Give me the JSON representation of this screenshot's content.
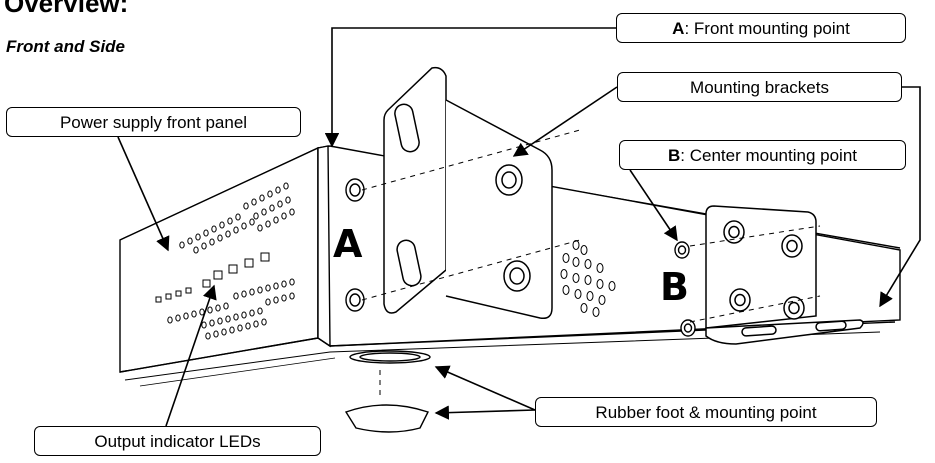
{
  "title": "Overview:",
  "subtitle": "Front and Side",
  "callouts": {
    "front_mounting_point": {
      "letter": "A",
      "text": ": Front mounting point"
    },
    "mounting_brackets": "Mounting brackets",
    "center_mounting_point": {
      "letter": "B",
      "text": ": Center mounting point"
    },
    "power_supply_front_panel": "Power supply front panel",
    "rubber_foot": "Rubber foot & mounting point",
    "output_indicator_leds": "Output indicator LEDs"
  },
  "labels": {
    "a": "A",
    "b": "B"
  }
}
